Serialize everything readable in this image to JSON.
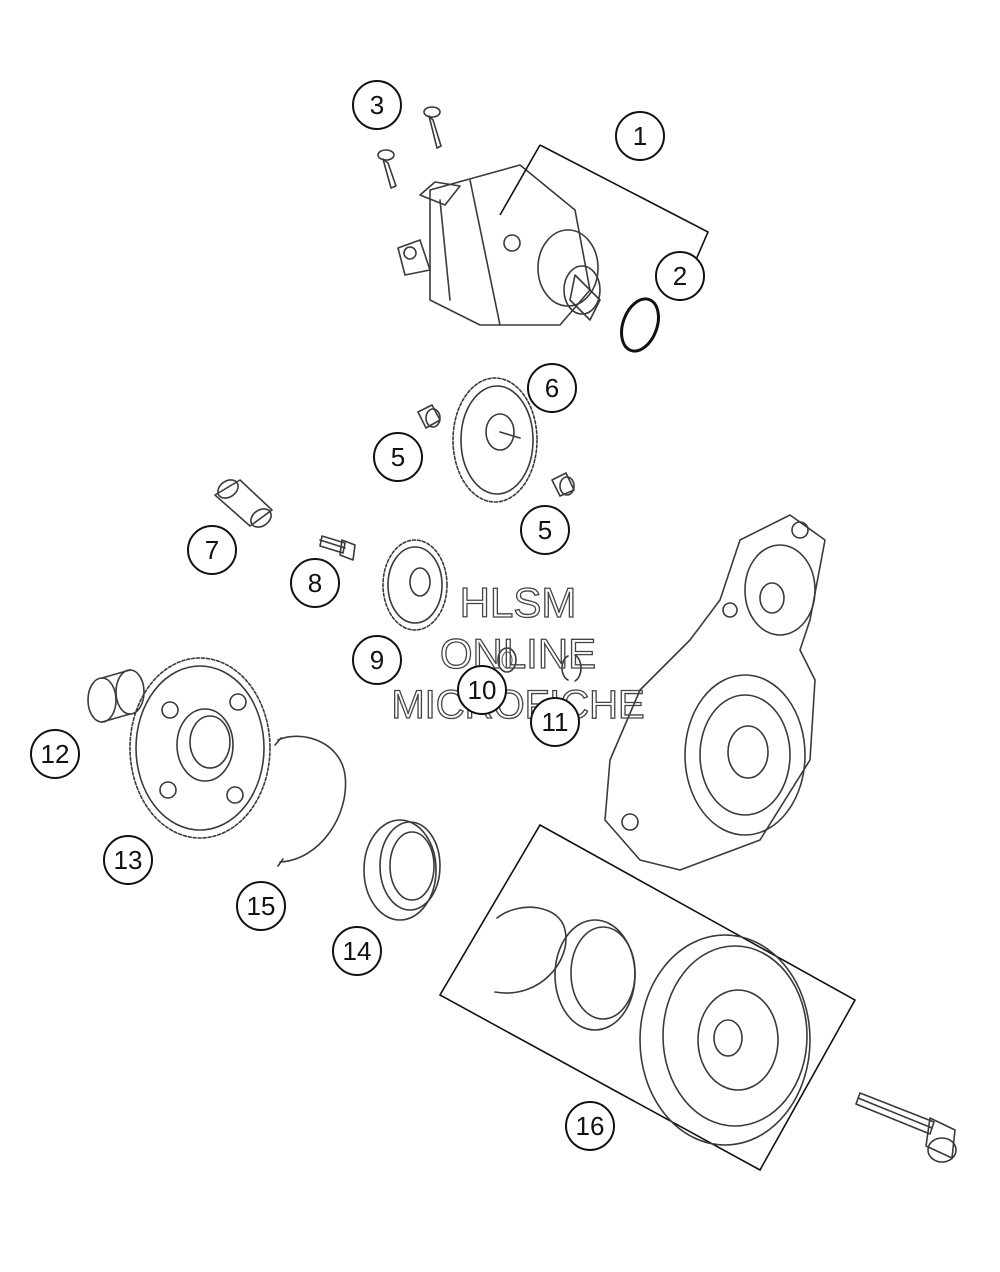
{
  "watermark": {
    "line1": "HLSM",
    "line2": "ONLINE",
    "line3": "MICROFICHE"
  },
  "callouts": [
    {
      "id": "c1",
      "label": "1"
    },
    {
      "id": "c2",
      "label": "2"
    },
    {
      "id": "c3",
      "label": "3"
    },
    {
      "id": "c5a",
      "label": "5"
    },
    {
      "id": "c5b",
      "label": "5"
    },
    {
      "id": "c6",
      "label": "6"
    },
    {
      "id": "c7",
      "label": "7"
    },
    {
      "id": "c8",
      "label": "8"
    },
    {
      "id": "c9",
      "label": "9"
    },
    {
      "id": "c10",
      "label": "10"
    },
    {
      "id": "c11",
      "label": "11"
    },
    {
      "id": "c12",
      "label": "12"
    },
    {
      "id": "c13",
      "label": "13"
    },
    {
      "id": "c14",
      "label": "14"
    },
    {
      "id": "c15",
      "label": "15"
    },
    {
      "id": "c16",
      "label": "16"
    }
  ]
}
